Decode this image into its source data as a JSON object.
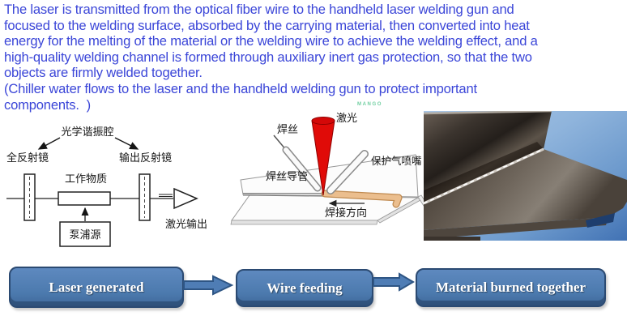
{
  "intro": {
    "text_color": "#3B46D8",
    "lines": [
      "The laser is transmitted from the optical fiber wire to the handheld laser welding gun and",
      "focused to the welding surface, absorbed by the carrying material, then converted into heat",
      "energy for the melting of the material or the welding wire to achieve the welding effect, and a",
      "high-quality welding channel is formed through auxiliary inert gas protection, so that the two",
      "objects are firmly welded together.",
      "(Chiller water flows to the laser and the handheld welding gun to protect important",
      "components.  )"
    ]
  },
  "resonator_diagram": {
    "labels": {
      "cavity": "光学谐振腔",
      "total_reflector": "全反射镜",
      "output_reflector": "输出反射镜",
      "working_medium": "工作物质",
      "pump_source": "泵浦源",
      "laser_output": "激光输出"
    }
  },
  "welding_diagram": {
    "watermark": "MANGO",
    "labels": {
      "laser": "激光",
      "welding_wire": "焊丝",
      "wire_guide_tube": "焊丝导管",
      "shield_gas_nozzle": "保护气喷嘴",
      "welding_direction": "焊接方向"
    },
    "laser_beam_color": "#E00B08",
    "weld_bead_color": "#EBBE8E"
  },
  "photo": {
    "background_blue": "#8FB4DC",
    "plate_dark": "#332D27",
    "weld_seam_light": "#D8D2CA"
  },
  "flow": {
    "box_fill": "#4C7AAE",
    "box_border": "#2B4A72",
    "label_color": "#FFFFFF",
    "steps": [
      "Laser generated",
      "Wire feeding",
      "Material burned together"
    ]
  }
}
